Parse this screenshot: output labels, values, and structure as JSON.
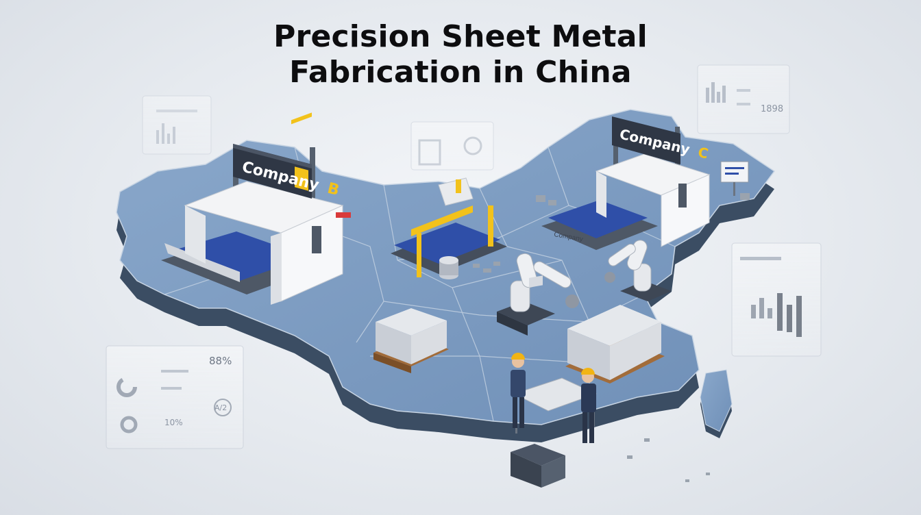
{
  "title": {
    "line1": "Precision Sheet Metal",
    "line2": "Fabrication in China"
  },
  "signs": {
    "left": {
      "text": "Company",
      "letter": "B"
    },
    "right": {
      "text": "Company",
      "letter": "C"
    }
  },
  "machine_labels": {
    "right_base": "Company"
  },
  "panels": {
    "top_right_value": "1898",
    "bottom_left_value": "88%",
    "bottom_left_percent": "10%",
    "bottom_left_badge": "A/2"
  },
  "colors": {
    "map_top": "#7f9fc4",
    "map_side": "#3b4d63",
    "sign_bg": "#2f3745",
    "sign_accent": "#f2c21b",
    "machine_white": "#f3f4f6",
    "conveyor_blue": "#2f4fa8",
    "hard_hat": "#f2b413"
  }
}
